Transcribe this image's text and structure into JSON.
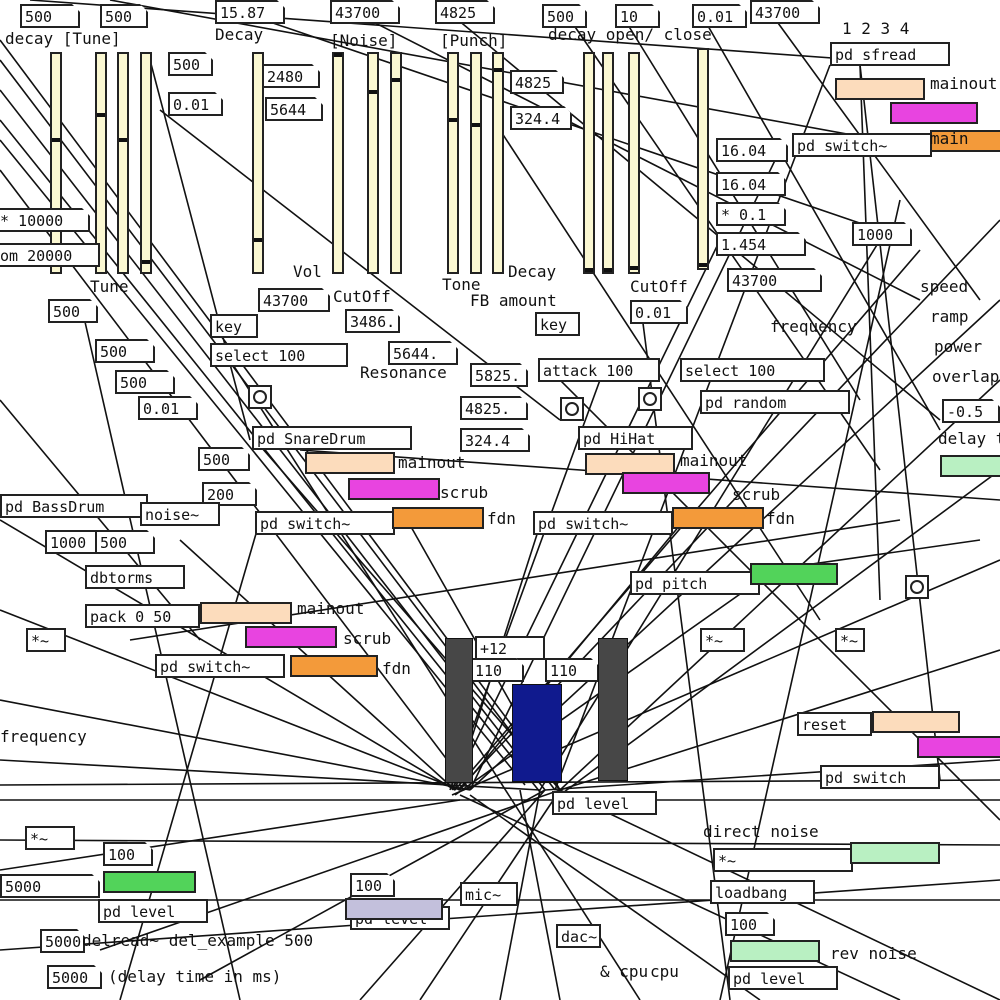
{
  "colors": {
    "slider_bg": "#fbf8d2",
    "mainout": "#fcdcbc",
    "scrub": "#e844e0",
    "fdn": "#f39a3a",
    "green": "#33d133",
    "lightgreen": "#b9f0c2",
    "lavender": "#c3c0dc",
    "meter_dark": "#474747",
    "meter_blue": "#101a8e"
  },
  "objects": [
    {
      "t": "500"
    },
    {
      "t": "500"
    },
    {
      "t": "15.87"
    },
    {
      "t": "43700"
    },
    {
      "t": "4825"
    },
    {
      "t": "500"
    },
    {
      "t": "10"
    },
    {
      "t": "0.01"
    },
    {
      "t": "43700"
    },
    {
      "t": "500"
    },
    {
      "t": "0.01"
    },
    {
      "t": "2480"
    },
    {
      "t": "5644"
    },
    {
      "t": "4825"
    },
    {
      "t": "324.4"
    },
    {
      "t": "pd sfread"
    },
    {
      "t": "pd switch~"
    },
    {
      "t": "16.04"
    },
    {
      "t": "16.04"
    },
    {
      "t": "* 0.1"
    },
    {
      "t": "1.454"
    },
    {
      "t": "* 10000"
    },
    {
      "t": "om 20000"
    },
    {
      "t": "500"
    },
    {
      "t": "500"
    },
    {
      "t": "500"
    },
    {
      "t": "0.01"
    },
    {
      "t": "43700"
    },
    {
      "t": "key"
    },
    {
      "t": "select 100"
    },
    {
      "t": "3486."
    },
    {
      "t": "5644."
    },
    {
      "t": "5825."
    },
    {
      "t": "4825."
    },
    {
      "t": "324.4"
    },
    {
      "t": "key"
    },
    {
      "t": "attack 100"
    },
    {
      "t": "select 100"
    },
    {
      "t": "pd random"
    },
    {
      "t": "0.01"
    },
    {
      "t": "43700"
    },
    {
      "t": "1000"
    },
    {
      "t": "pd SnareDrum"
    },
    {
      "t": "pd HiHat"
    },
    {
      "t": "pd switch~"
    },
    {
      "t": "pd switch~"
    },
    {
      "t": "500"
    },
    {
      "t": "200"
    },
    {
      "t": "pd BassDrum"
    },
    {
      "t": "noise~"
    },
    {
      "t": "1000"
    },
    {
      "t": "500"
    },
    {
      "t": "dbtorms"
    },
    {
      "t": "pack 0 50"
    },
    {
      "t": "*~"
    },
    {
      "t": "pd switch~"
    },
    {
      "t": "pd pitch"
    },
    {
      "t": "*~"
    },
    {
      "t": "*~"
    },
    {
      "t": "pd level"
    },
    {
      "t": "pd level"
    },
    {
      "t": "reset"
    },
    {
      "t": "pd switch"
    },
    {
      "t": "*~"
    },
    {
      "t": "100"
    },
    {
      "t": "5000"
    },
    {
      "t": "pd level"
    },
    {
      "t": "100"
    },
    {
      "t": "100"
    },
    {
      "t": "pd level"
    },
    {
      "t": "5000"
    },
    {
      "t": "5000"
    },
    {
      "t": "*~"
    },
    {
      "t": "loadbang"
    },
    {
      "t": "100"
    },
    {
      "t": "pd level"
    },
    {
      "t": "dac~"
    },
    {
      "t": "-0.5"
    },
    {
      "t": "mic~"
    },
    {
      "t": "+12"
    },
    {
      "t": "110"
    },
    {
      "t": "110"
    }
  ],
  "labels": [
    "decay [Tune]",
    "Decay",
    "[Noise]",
    "[Punch]",
    "decay open/ close",
    "1 2 3 4",
    "mainout",
    "Tune",
    "Vol",
    "CutOff",
    "Tone",
    "Decay",
    "FB amount",
    "CutOff",
    "frequency",
    "Resonance",
    "mainout",
    "mainout",
    "scrub",
    "scrub",
    "fdn",
    "fdn",
    "mainout",
    "scrub",
    "fdn",
    "direct noise",
    "rev noise",
    "(delay time in ms)",
    "delread~ del_example 500",
    "cpu",
    "& cpu",
    "overlap",
    "power",
    "delay time",
    "ramp",
    "speed",
    "frequency",
    "main"
  ]
}
